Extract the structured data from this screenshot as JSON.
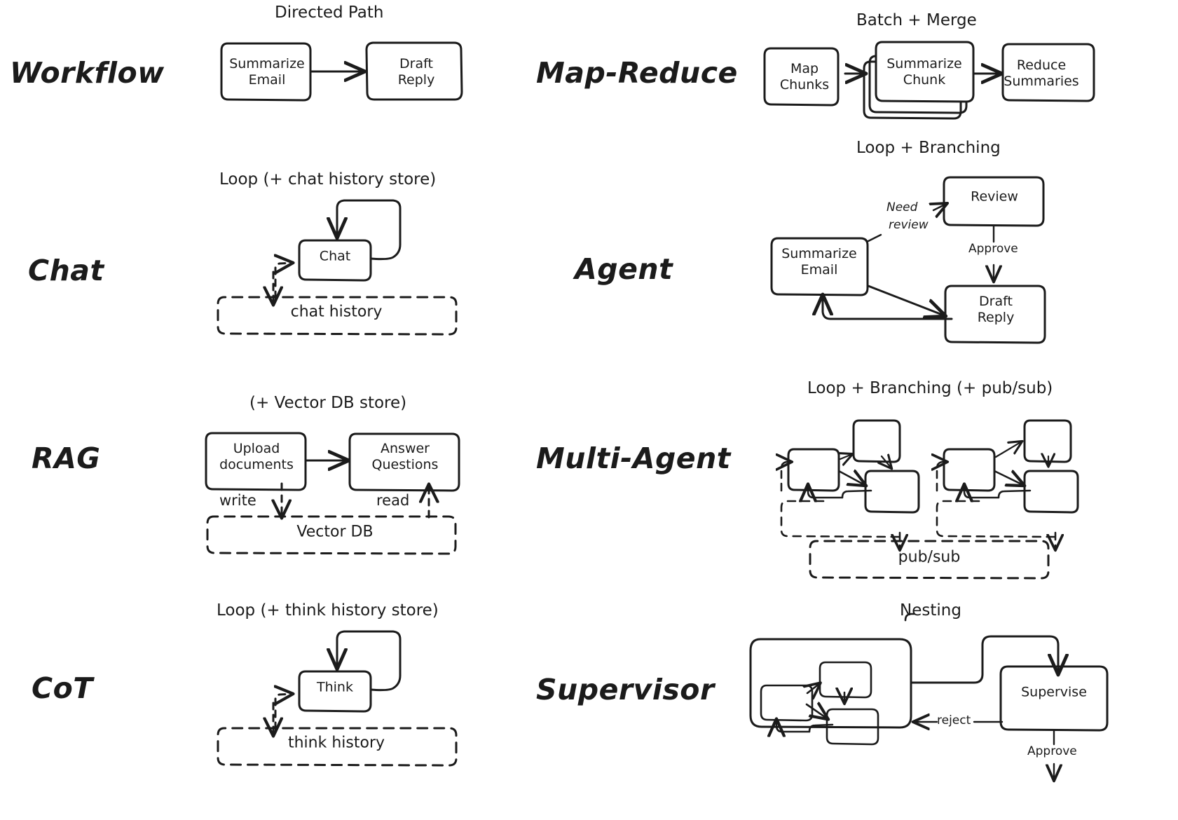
{
  "page": {
    "title": "Agentic patterns: workflow topologies",
    "background": "#ffffff",
    "ink": "#1b1b1b",
    "style": "hand-drawn sketch"
  },
  "rows": [
    {
      "left": {
        "label": "Workflow",
        "caption": "Directed Path",
        "nodes": [
          "Summarize\nEmail",
          "Draft\nReply"
        ],
        "stores": [],
        "edge_labels": []
      },
      "right": {
        "label": "Map-Reduce",
        "caption": "Batch + Merge",
        "nodes": [
          "Map\nChunks",
          "Summarize\nChunk",
          "Reduce\nSummaries"
        ],
        "stores": [],
        "edge_labels": [],
        "stacked_node": "Summarize\nChunk"
      }
    },
    {
      "left": {
        "label": "Chat",
        "caption": "Loop (+ chat history store)",
        "nodes": [
          "Chat"
        ],
        "stores": [
          "chat history"
        ],
        "edge_labels": []
      },
      "right": {
        "label": "Agent",
        "caption": "Loop + Branching",
        "nodes": [
          "Summarize\nEmail",
          "Review",
          "Draft\nReply"
        ],
        "stores": [],
        "edge_labels": [
          "Need\nreview",
          "Approve"
        ]
      }
    },
    {
      "left": {
        "label": "RAG",
        "caption": "(+ Vector DB store)",
        "nodes": [
          "Upload\ndocuments",
          "Answer\nQuestions"
        ],
        "stores": [
          "Vector DB"
        ],
        "edge_labels": [
          "write",
          "read"
        ]
      },
      "right": {
        "label": "Multi-Agent",
        "caption": "Loop + Branching (+ pub/sub)",
        "nodes": [],
        "stores": [
          "pub/sub"
        ],
        "edge_labels": []
      }
    },
    {
      "left": {
        "label": "CoT",
        "caption": "Loop (+ think history store)",
        "nodes": [
          "Think"
        ],
        "stores": [
          "think history"
        ],
        "edge_labels": []
      },
      "right": {
        "label": "Supervisor",
        "caption": "Nesting",
        "nodes": [
          "Supervise"
        ],
        "stores": [],
        "edge_labels": [
          "reject",
          "Approve"
        ]
      }
    }
  ],
  "labels": {
    "workflow": "Workflow",
    "map_reduce": "Map-Reduce",
    "chat": "Chat",
    "agent": "Agent",
    "rag": "RAG",
    "multi_agent": "Multi-Agent",
    "cot": "CoT",
    "supervisor": "Supervisor"
  },
  "captions": {
    "directed_path": "Directed Path",
    "batch_merge": "Batch + Merge",
    "loop_chat": "Loop (+ chat history store)",
    "loop_branching": "Loop + Branching",
    "vector_db_store": "(+ Vector DB store)",
    "loop_branching_pubsub": "Loop + Branching (+ pub/sub)",
    "loop_think": "Loop (+ think history store)",
    "nesting": "Nesting"
  },
  "nodes": {
    "summarize_email": "Summarize\nEmail",
    "draft_reply": "Draft\nReply",
    "map_chunks": "Map\nChunks",
    "summarize_chunk": "Summarize\nChunk",
    "reduce_summaries": "Reduce\nSummaries",
    "chat": "Chat",
    "review": "Review",
    "upload_documents": "Upload\ndocuments",
    "answer_questions": "Answer\nQuestions",
    "think": "Think",
    "supervise": "Supervise"
  },
  "stores": {
    "chat_history": "chat history",
    "vector_db": "Vector DB",
    "pub_sub": "pub/sub",
    "think_history": "think history"
  },
  "edge_labels": {
    "need_review_line1": "Need",
    "need_review_line2": "review",
    "approve_agent": "Approve",
    "write": "write",
    "read": "read",
    "reject": "reject",
    "approve_supervisor": "Approve"
  }
}
